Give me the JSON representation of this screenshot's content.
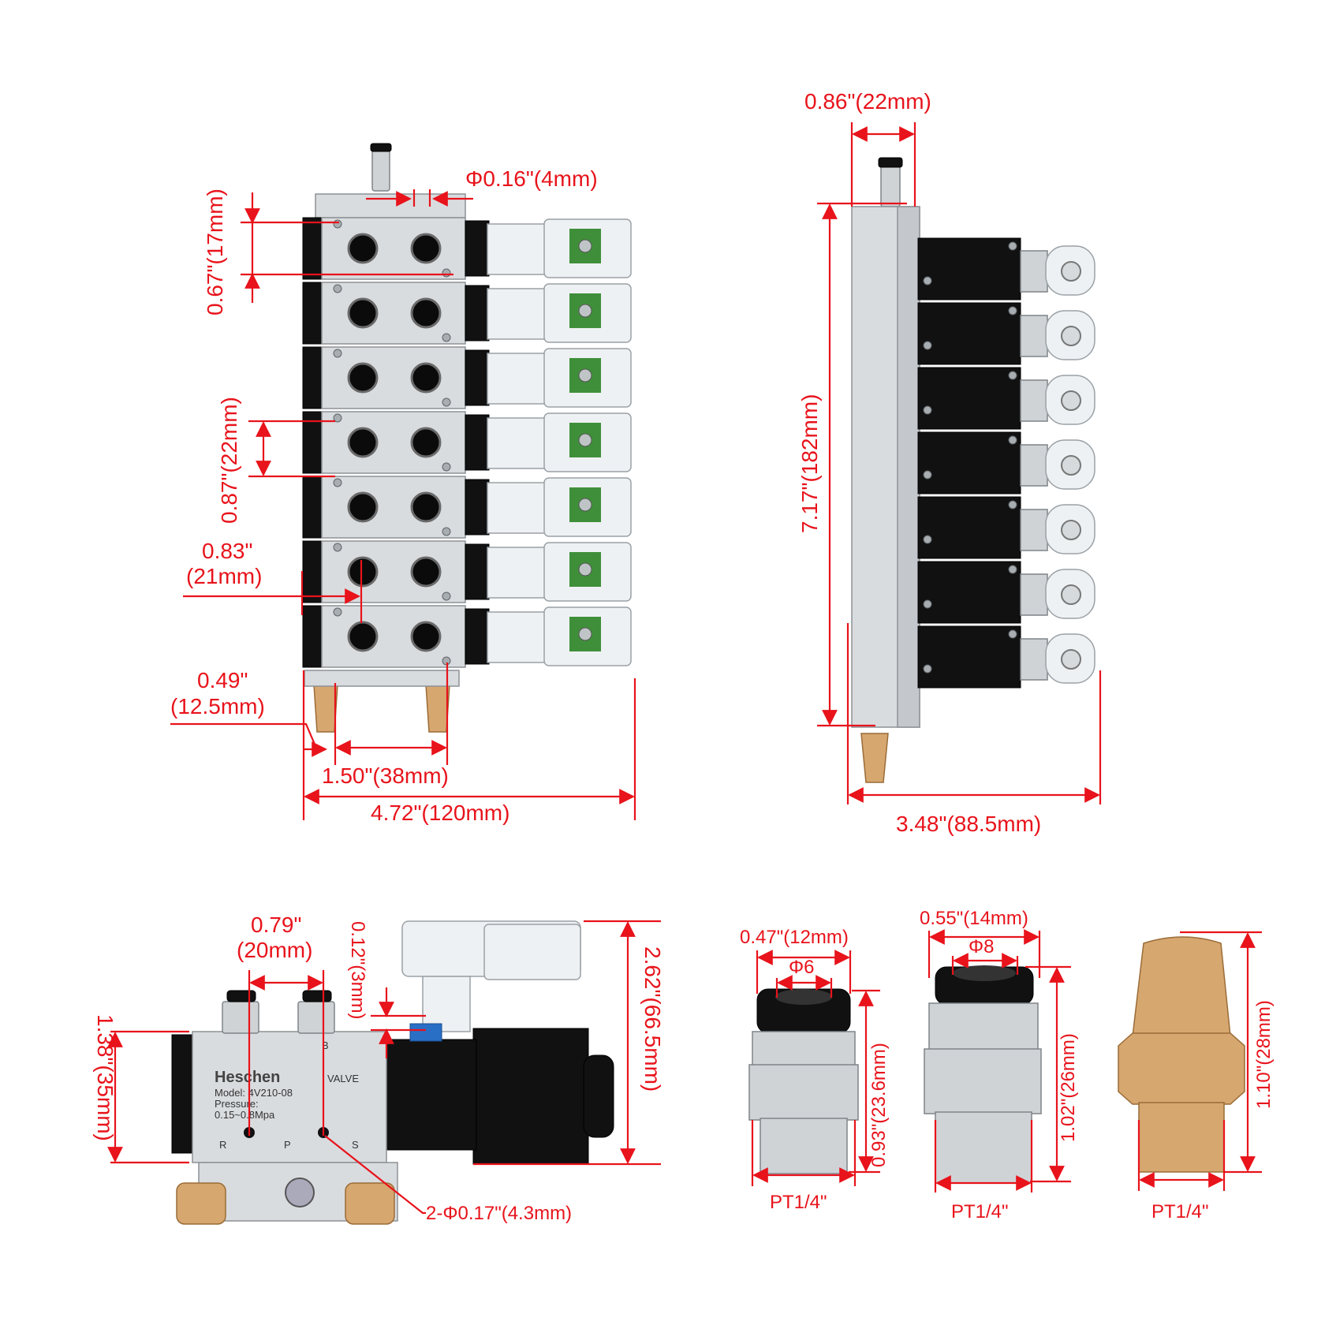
{
  "colors": {
    "dimension": "#e8131b",
    "aluminium": "#d9dcdf",
    "coil": "#111111",
    "brass": "#d7a770"
  },
  "front_view": {
    "fitting_diameter": "Φ0.16\"(4mm)",
    "block_height": "0.67\"(17mm)",
    "valve_pitch": "0.87\"(22mm)",
    "edge_to_port_line1": "0.83\"",
    "edge_to_port_line2": "(21mm)",
    "edge_to_exhaust_line1": "0.49\"",
    "edge_to_exhaust_line2": "(12.5mm)",
    "exhaust_spacing": "1.50\"(38mm)",
    "total_width": "4.72\"(120mm)"
  },
  "side_view": {
    "rail_width": "0.86\"(22mm)",
    "total_length": "7.17\"(182mm)",
    "total_depth": "3.48\"(88.5mm)"
  },
  "valve_view": {
    "port_spacing_line1": "0.79\"",
    "port_spacing_line2": "(20mm)",
    "step": "0.12\"(3mm)",
    "body_height": "1.38\"(35mm)",
    "total_height": "2.62\"(66.5mm)",
    "mount_holes": "2-Φ0.17\"(4.3mm)",
    "brand": "Heschen",
    "valve_word": "VALVE",
    "model": "Model: 4V210-08",
    "pressure": "Pressure:",
    "pressure_range": "0.15~0.8Mpa",
    "port_r": "R",
    "port_p": "P",
    "port_s": "S",
    "port_b": "B"
  },
  "fitting_6": {
    "outer": "0.47\"(12mm)",
    "tube": "Φ6",
    "height": "0.93\"(23.6mm)",
    "thread": "PT1/4\""
  },
  "fitting_8": {
    "outer": "0.55\"(14mm)",
    "tube": "Φ8",
    "height": "1.02\"(26mm)",
    "thread": "PT1/4\""
  },
  "muffler": {
    "height": "1.10\"(28mm)",
    "thread": "PT1/4\""
  }
}
